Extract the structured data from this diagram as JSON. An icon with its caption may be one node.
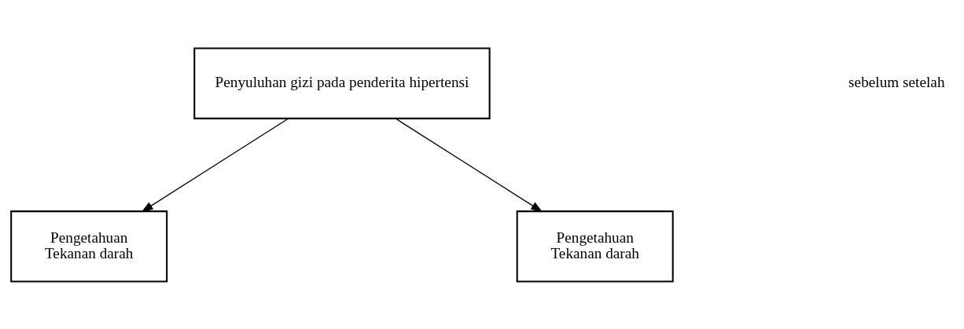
{
  "diagram": {
    "nodes": [
      {
        "text": [
          "Penyuluhan gizi pada penderita hipertensi"
        ]
      },
      {
        "text": [
          "Pengetahuan",
          "Tekanan darah"
        ]
      },
      {
        "text": [
          "Pengetahuan",
          "Tekanan darah"
        ]
      }
    ],
    "edges": [
      {
        "from": 0,
        "to": 1,
        "arrow": "to"
      },
      {
        "from": 0,
        "to": 2,
        "arrow": "to"
      }
    ],
    "labels": [
      "sebelum setelah"
    ]
  }
}
